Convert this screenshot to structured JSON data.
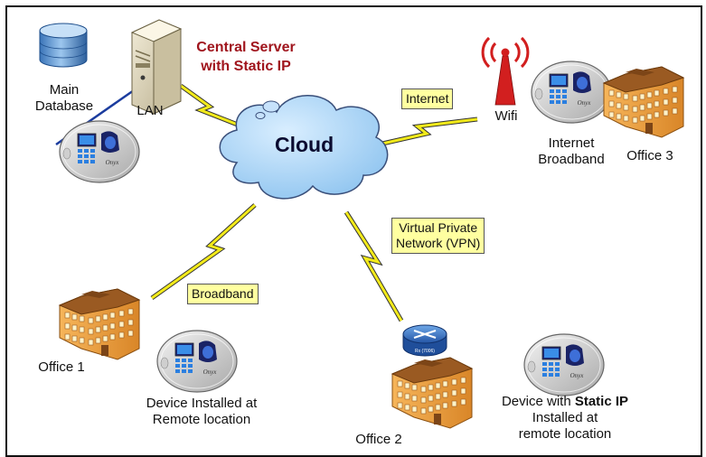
{
  "diagram": {
    "server_title_line1": "Central Server",
    "server_title_line2": "with Static IP",
    "database_label_line1": "Main",
    "database_label_line2": "Database",
    "lan_label": "LAN",
    "cloud_label": "Cloud",
    "internet_note": "Internet",
    "vpn_note_line1": "Virtual Private",
    "vpn_note_line2": "Network (VPN)",
    "broadband_note": "Broadband",
    "wifi_label": "Wifi",
    "office3_device_line1": "Internet",
    "office3_device_line2": "Broadband",
    "office3_label": "Office 3",
    "office1_label": "Office 1",
    "office1_device_line1": "Device Installed at",
    "office1_device_line2": "Remote location",
    "office2_label": "Office 2",
    "office2_device_line1_prefix": "Device with ",
    "office2_device_line1_bold": "Static IP",
    "office2_device_line2": "Installed at",
    "office2_device_line3": "remote location",
    "router_text": "Rx (7006)",
    "device_brand": "Onyx",
    "colors": {
      "cloud": "#a9d4f5",
      "note_bg": "#ffffa0",
      "lightning": "#f2ea1a",
      "server_title": "#a0151d",
      "building": "#f0a042"
    }
  }
}
